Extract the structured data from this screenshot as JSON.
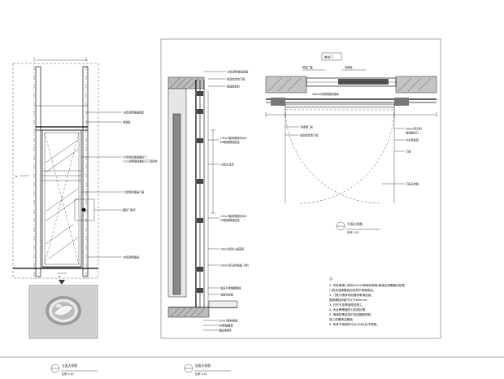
{
  "elevation_labels": {
    "glass_edge": "18厚透明玻璃固定",
    "hinge_a": "地弹簧",
    "glass_body_a": "12厚钢化玻璃推拉门",
    "glass_body_b": "12厚钢化玻璃门扇",
    "pull_handle": "圆形门把手",
    "glass_base": "18厚透明玻璃",
    "note_a": "1.2×透明玻璃推拉门门连接件",
    "marker_b": "b",
    "marker_a": "a"
  },
  "section_labels": {
    "top_a": "18厚透明玻璃窗套",
    "top_b": "成品铝合金门框",
    "top_c": "玻璃胶密封",
    "mid_a": "L30×3镀锌角钢@600",
    "mid_b": "M6膨胀螺栓固定",
    "mid_c": "18厚木龙骨",
    "mid_d": "L30×3镀锌角钢@600",
    "mid_e": "M6膨胀螺栓固定",
    "low_a": "10mm厚防火板基层",
    "low_b": "20mm厚石材饰面(干挂)",
    "low_c": "成品不锈钢踢脚线",
    "low_d": "地面完成面",
    "bot_a": "L50×5镀锌角钢",
    "bot_b": "M8膨胀螺栓",
    "bot_c": "钢板预埋件"
  },
  "plan": {
    "tag": "推拉门",
    "labels": {
      "top_a": "成品门槛",
      "top_b": "地弹簧",
      "mid_a": "18mm厚透明钢化玻璃",
      "mid_b": "不锈钢门夹",
      "mid_c": "成品铝合金门框",
      "right_a": "20mm厚石材",
      "right_b": "玻璃胶收口",
      "right_c": "木龙骨基层",
      "right_d": "门轴",
      "right_e": "门扇开启线"
    },
    "caption": "平面大样图",
    "caption_sub": "比例 1:10"
  },
  "notes": {
    "heading": "注:",
    "items": [
      "1. 所有玻璃门采用12mm厚钢化玻璃,玻璃边缘需磨边处理,",
      "   门夹及地弹簧选用优质不锈钢成品。",
      "2. 门框与墙体采用镀锌角钢连接,",
      "   膨胀螺栓间距不大于600mm。",
      "3. 石材干挂需按规范施工。",
      "4. 木龙骨需做防火防腐处理。",
      "5. 玻璃胶需选用中性硅酮耐候胶,",
      "   施工前需清洁基面。",
      "6. 所有不锈钢件均为304拉丝不锈钢。"
    ]
  },
  "bottom_titles": {
    "left": "立面大样图",
    "left_sub": "比例 1:20",
    "right": "剖面大样图",
    "right_sub": "比例 1:10"
  }
}
